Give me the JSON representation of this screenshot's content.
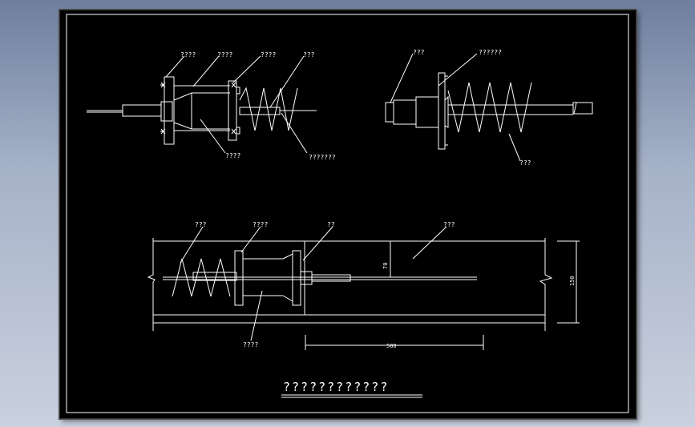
{
  "sheet": {
    "title": "????????????"
  },
  "top_left_view": {
    "labels": [
      "????",
      "????",
      "????",
      "???",
      "????",
      "???????"
    ]
  },
  "top_right_view": {
    "labels": [
      "???",
      "??????",
      "???"
    ]
  },
  "bottom_view": {
    "labels": [
      "???",
      "????",
      "??",
      "???",
      "????"
    ],
    "dim_70": "70",
    "dim_150": "150",
    "dim_500": "500"
  },
  "colors": {
    "background": "#000000",
    "line": "#ffffff"
  }
}
